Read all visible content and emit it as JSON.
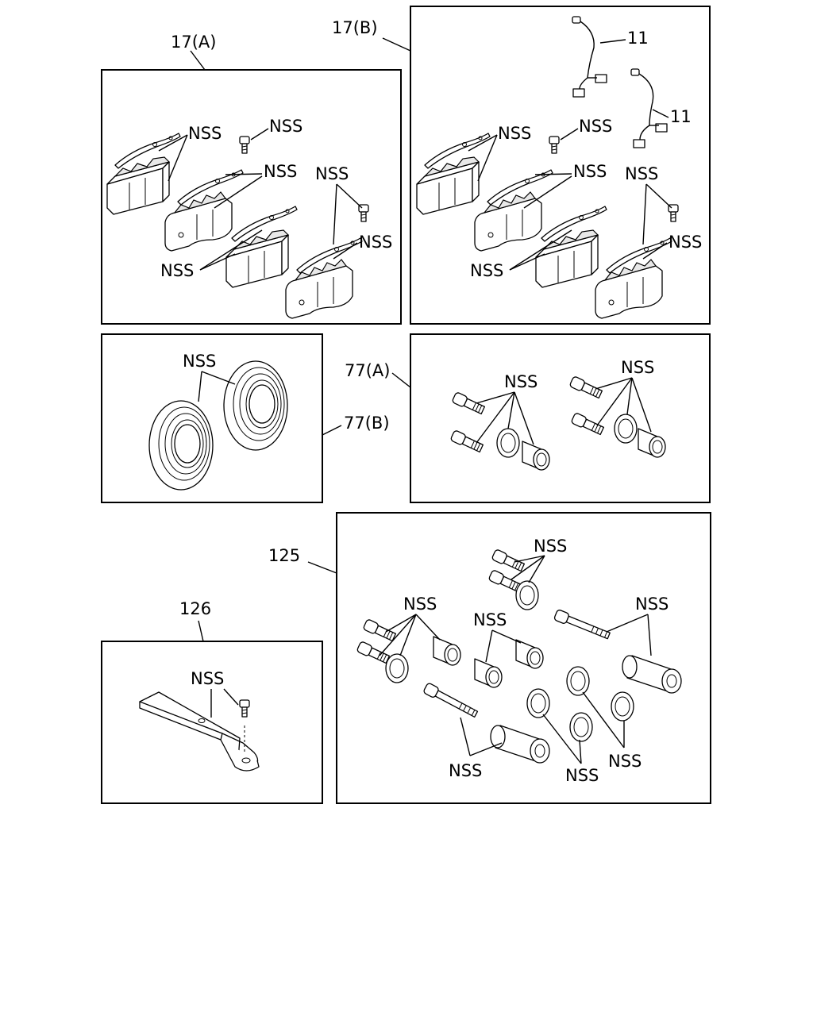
{
  "labels": {
    "kit_17a": "17(A)",
    "kit_17b": "17(B)",
    "kit_77a": "77(A)",
    "kit_77b": "77(B)",
    "kit_125": "125",
    "kit_126": "126",
    "part_11": "11",
    "nss": "NSS"
  }
}
